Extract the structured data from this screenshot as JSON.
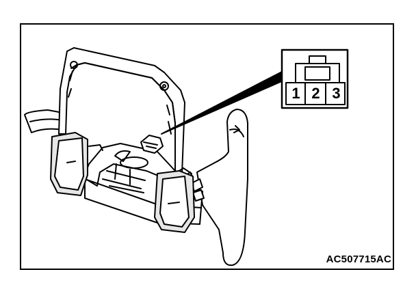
{
  "figure": {
    "id": "AC507715AC"
  },
  "connector": {
    "pins": [
      "1",
      "2",
      "3"
    ]
  },
  "colors": {
    "ink": "#000000",
    "background": "#ffffff",
    "panel_shade": "#e6e6e6"
  }
}
